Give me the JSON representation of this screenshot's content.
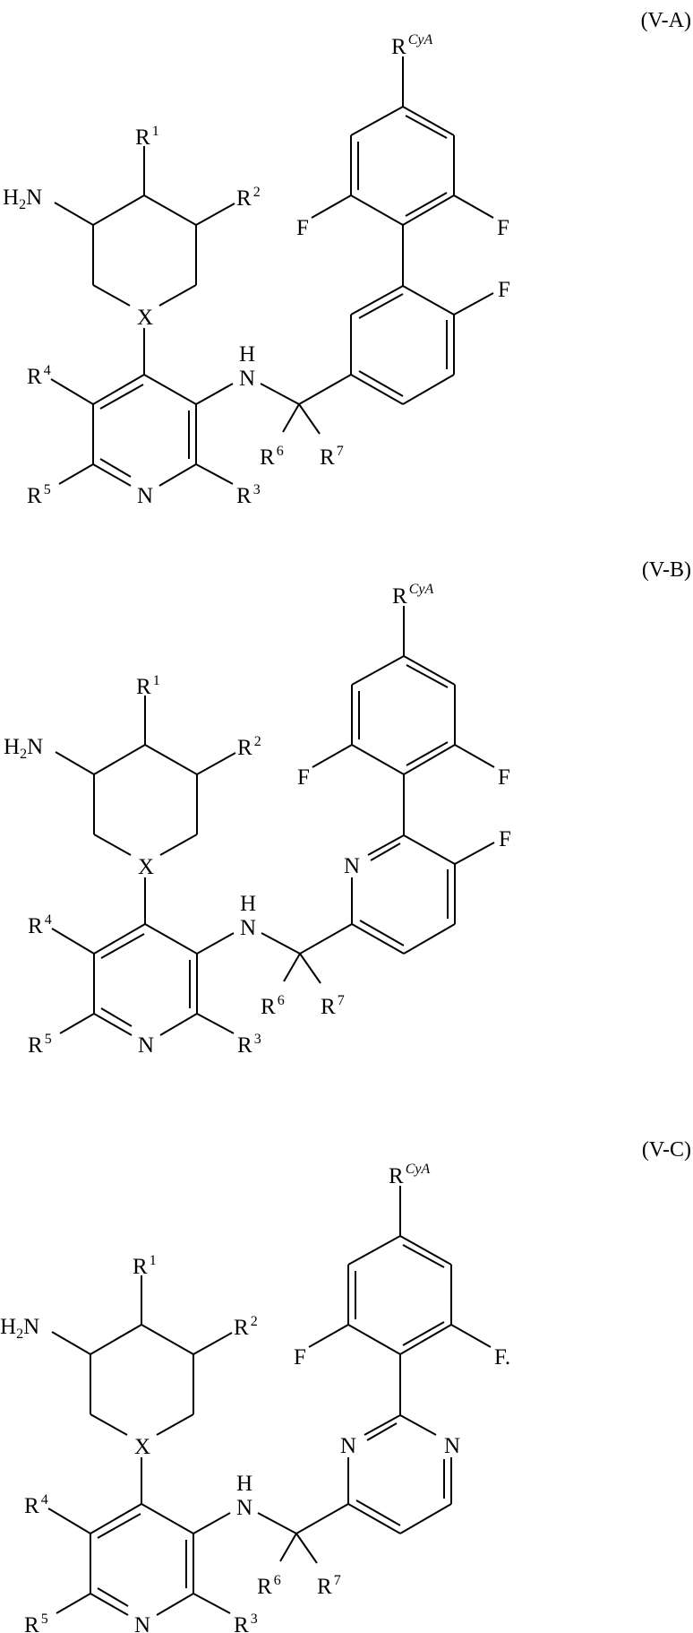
{
  "structures": [
    {
      "id": "V-A",
      "label": "(V-A)",
      "lower_ring": "phenyl",
      "atoms": {
        "r_cya": "R",
        "r_cya_sup": "CyA",
        "f_left": "F",
        "f_right": "F",
        "f_lower": "F",
        "r1": "R",
        "r1_sup": "1",
        "r2": "R",
        "r2_sup": "2",
        "r3": "R",
        "r3_sup": "3",
        "r4": "R",
        "r4_sup": "4",
        "r5": "R",
        "r5_sup": "5",
        "r6": "R",
        "r6_sup": "6",
        "r7": "R",
        "r7_sup": "7",
        "amine_h": "H",
        "amine_sub": "2",
        "amine_n": "N",
        "x": "X",
        "nh_h": "H",
        "nh_n": "N",
        "pyridine_n": "N"
      }
    },
    {
      "id": "V-B",
      "label": "(V-B)",
      "lower_ring": "pyridine",
      "atoms": {
        "r_cya": "R",
        "r_cya_sup": "CyA",
        "f_left": "F",
        "f_right": "F",
        "f_lower": "F",
        "ring_n": "N",
        "r1": "R",
        "r1_sup": "1",
        "r2": "R",
        "r2_sup": "2",
        "r3": "R",
        "r3_sup": "3",
        "r4": "R",
        "r4_sup": "4",
        "r5": "R",
        "r5_sup": "5",
        "r6": "R",
        "r6_sup": "6",
        "r7": "R",
        "r7_sup": "7",
        "amine_h": "H",
        "amine_sub": "2",
        "amine_n": "N",
        "x": "X",
        "nh_h": "H",
        "nh_n": "N",
        "pyridine_n": "N"
      }
    },
    {
      "id": "V-C",
      "label": "(V-C)",
      "lower_ring": "pyrimidine",
      "atoms": {
        "r_cya": "R",
        "r_cya_sup": "CyA",
        "f_left": "F",
        "f_right": "F.",
        "ring_n_left": "N",
        "ring_n_right": "N",
        "r1": "R",
        "r1_sup": "1",
        "r2": "R",
        "r2_sup": "2",
        "r3": "R",
        "r3_sup": "3",
        "r4": "R",
        "r4_sup": "4",
        "r5": "R",
        "r5_sup": "5",
        "r6": "R",
        "r6_sup": "6",
        "r7": "R",
        "r7_sup": "7",
        "amine_h": "H",
        "amine_sub": "2",
        "amine_n": "N",
        "x": "X",
        "nh_h": "H",
        "nh_n": "N",
        "pyridine_n": "N"
      }
    }
  ]
}
